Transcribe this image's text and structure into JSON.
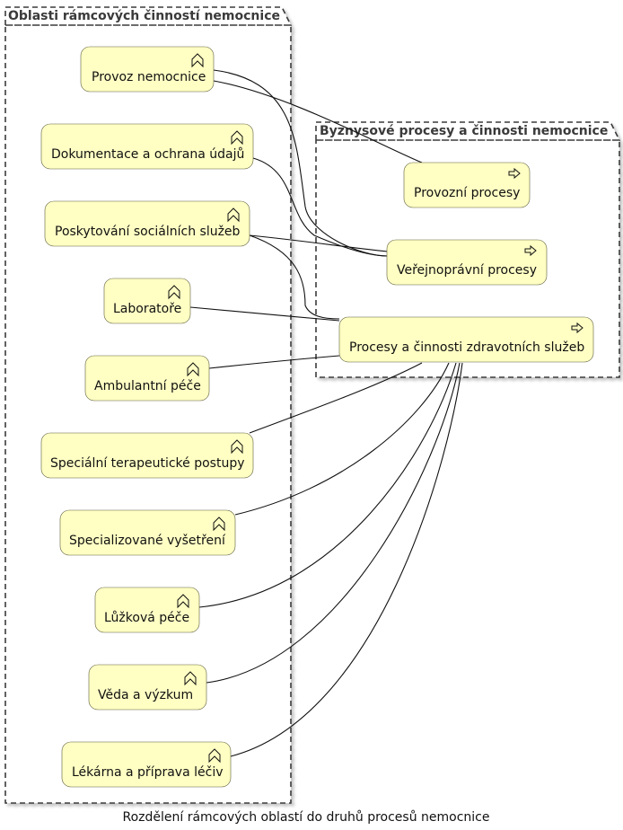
{
  "packages": {
    "left_title": "Oblasti rámcových činností nemocnice",
    "right_title": "Byznysové procesy a činnosti nemocnice"
  },
  "functions": {
    "provoz": "Provoz nemocnice",
    "dokumentace": "Dokumentace a ochrana údajů",
    "socialni": "Poskytování sociálních služeb",
    "laboratore": "Laboratoře",
    "ambulantni": "Ambulantní péče",
    "terapeuticke": "Speciální terapeutické postupy",
    "vysetreni": "Specializované vyšetření",
    "luzkova": "Lůžková péče",
    "veda": "Věda a výzkum",
    "lekarna": "Lékárna a příprava léčiv"
  },
  "processes": {
    "provozni": "Provozní procesy",
    "verejnopravni": "Veřejnoprávní procesy",
    "zdravotni": "Procesy a činnosti zdravotních služeb"
  },
  "caption": "Rozdělení rámcových oblastí do druhů procesů nemocnice",
  "colors": {
    "node_fill": "#ffffc4",
    "package_border": "#3a3a3a",
    "edge": "#111111"
  }
}
